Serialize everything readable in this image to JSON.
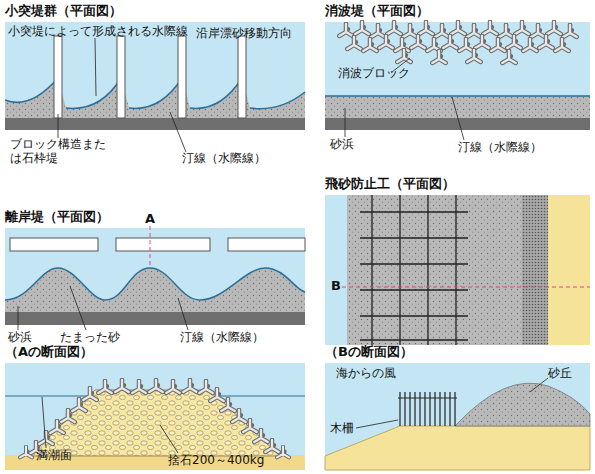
{
  "diagram": {
    "nodes": [
      {
        "text": [
          "小突堤群（平面図）"
        ]
      },
      {
        "text": [
          "消波堤（平面図）"
        ]
      },
      {
        "text": [
          "離岸堤（平面図）"
        ]
      },
      {
        "text": [
          "飛砂防止工（平面図）"
        ]
      },
      {
        "text": [
          "（Aの断面図）"
        ]
      },
      {
        "text": [
          "（Bの断面図）"
        ]
      }
    ],
    "labels": [
      "小突堤によって形成される水際線",
      "沿岸漂砂移動方向",
      "ブロック構造または石枠堤",
      "汀線（水際線）",
      "消波ブロック",
      "砂浜",
      "汀線（水際線）",
      "A",
      "砂浜",
      "たまった砂",
      "汀線（水際線）",
      "B",
      "満潮面",
      "捨石200～400kg",
      "海からの風",
      "砂丘",
      "木柵"
    ]
  }
}
